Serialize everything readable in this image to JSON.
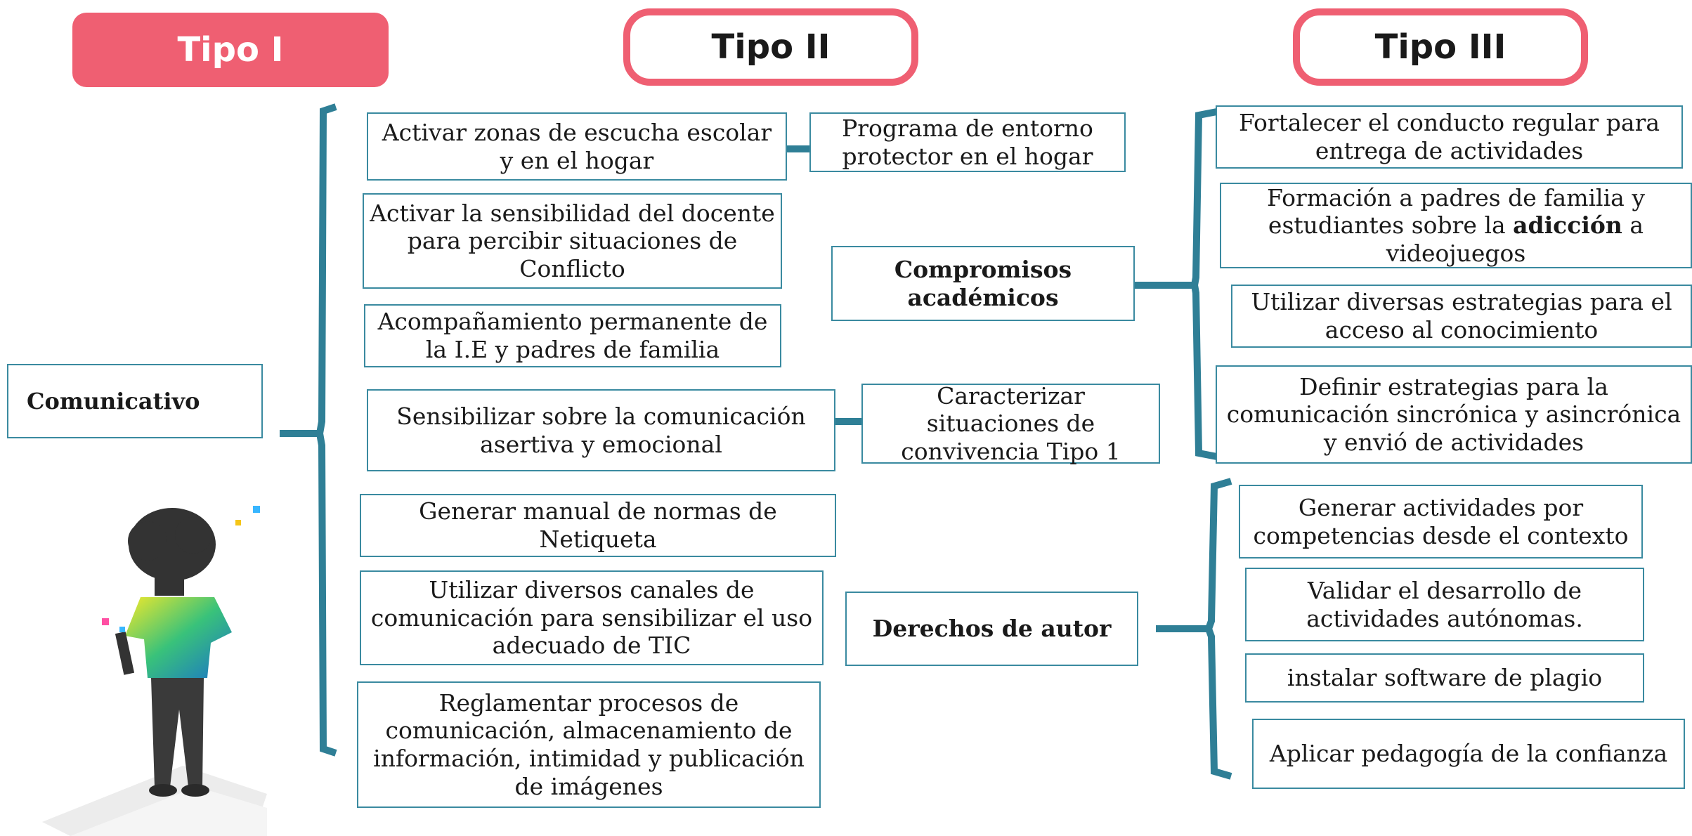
{
  "headers": {
    "tipo1": "Tipo I",
    "tipo2": "Tipo II",
    "tipo3": "Tipo III"
  },
  "root": "Comunicativo",
  "tipo2_items": [
    "Activar zonas de escucha escolar y en el hogar",
    "Activar la sensibilidad del docente  para percibir situaciones de Conflicto",
    "Acompañamiento  permanente de la I.E y padres de familia",
    "Sensibilizar  sobre la comunicación asertiva y emocional",
    "Generar  manual de normas de Netiqueta",
    "Utilizar diversos  canales de comunicación para sensibilizar el uso adecuado de TIC",
    "Reglamentar  procesos de comunicación, almacenamiento de información, intimidad y publicación de imágenes"
  ],
  "tipo2_side": {
    "programa": "Programa de entorno protector en el hogar",
    "caracterizar": "Caracterizar situaciones de convivencia Tipo 1"
  },
  "tipo3_groups": {
    "compromisos": "Compromisos académicos",
    "derechos": "Derechos de autor"
  },
  "compromisos_items": [
    "Fortalecer el conducto regular para entrega de actividades",
    "Utilizar diversas estrategias para  el acceso al conocimiento",
    "Definir estrategias  para la comunicación sincrónica y asincrónica y envió de actividades"
  ],
  "formacion_item": {
    "before": "Formación a padres de familia y estudiantes sobre la ",
    "bold": "adicción",
    "after": " a videojuegos"
  },
  "derechos_items": [
    "Generar actividades  por competencias desde el contexto",
    "Validar el desarrollo de actividades  autónomas.",
    "instalar software de plagio",
    "Aplicar  pedagogía de  la confianza"
  ],
  "colors": {
    "accent": "#ef5f72",
    "connector": "#2f7f96",
    "box_border": "#3a8aa0"
  }
}
